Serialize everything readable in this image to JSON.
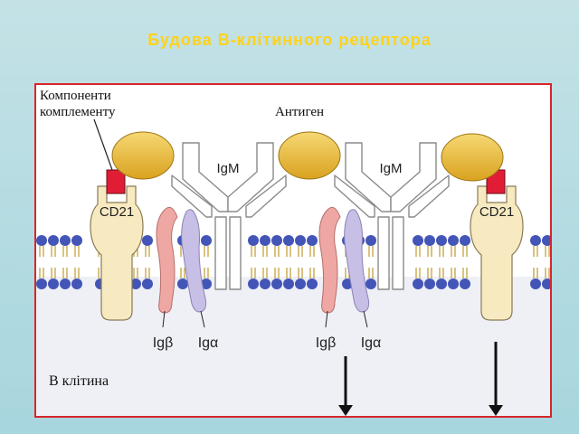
{
  "slide": {
    "title": "Будова В-клітинного рецептора"
  },
  "diagram": {
    "labels": {
      "complement": [
        "Компоненти",
        "комплементу"
      ],
      "antigen": "Антиген",
      "igm_left": "IgM",
      "igm_right": "IgM",
      "cd21_left": "CD21",
      "cd21_right": "CD21",
      "igb_left": "Igβ",
      "iga_left": "Igα",
      "igb_right": "Igβ",
      "iga_right": "Igα",
      "cell": "В клітина"
    },
    "colors": {
      "frame": "#d8252b",
      "antigen": "#e7b63a",
      "complement": "#e11d36",
      "cd21": "#f8eac0",
      "igb": "#efa7a3",
      "iga": "#c7bfe6",
      "lipid_head": "#4455b8",
      "cytoplasm": "#eef0f6",
      "title": "#ffd21a"
    }
  }
}
